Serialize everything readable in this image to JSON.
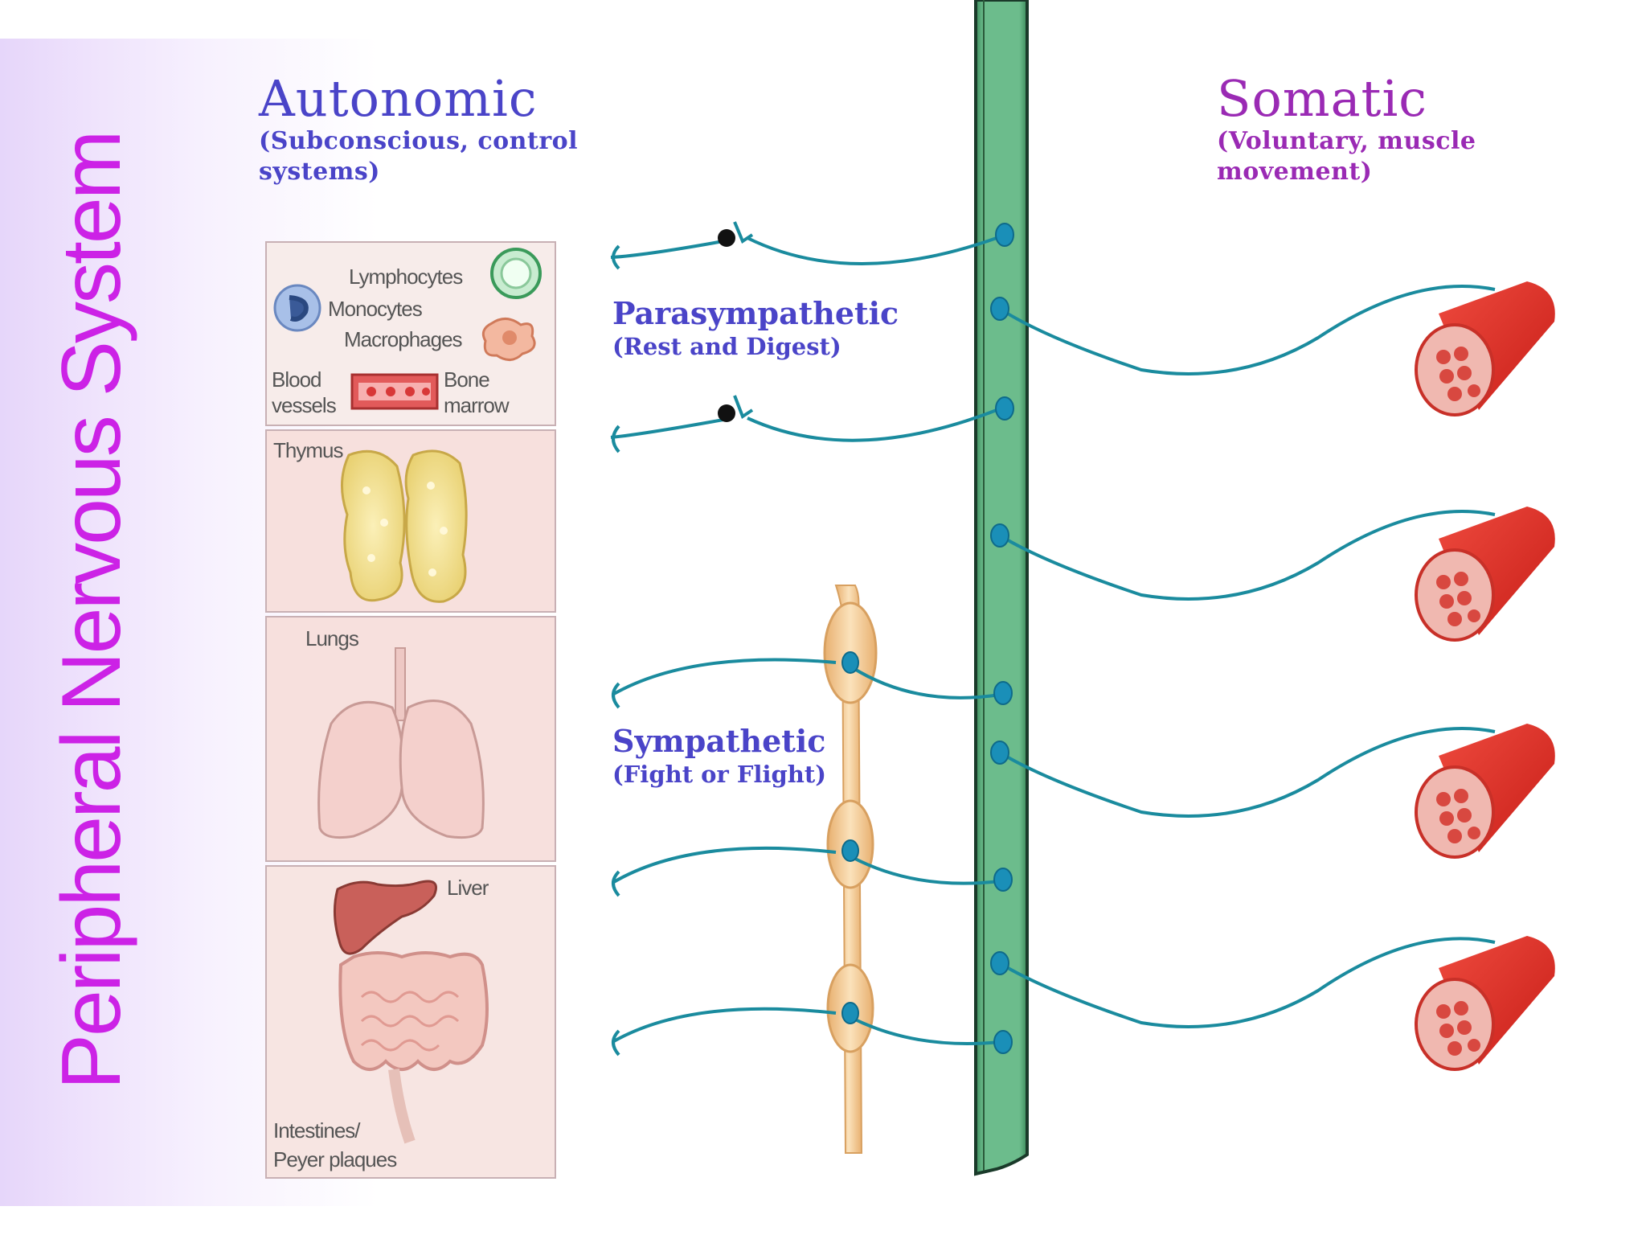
{
  "title": "Peripheral Nervous System",
  "autonomic": {
    "heading": "Autonomic",
    "subtitle_line1": "(Subconscious, control",
    "subtitle_line2": "systems)"
  },
  "somatic": {
    "heading": "Somatic",
    "subtitle_line1": "(Voluntary, muscle",
    "subtitle_line2": "movement)"
  },
  "parasympathetic": {
    "label": "Parasympathetic",
    "sublabel": "(Rest and Digest)"
  },
  "sympathetic": {
    "label": "Sympathetic",
    "sublabel": "(Fight or Flight)"
  },
  "organ_labels": {
    "lymphocytes": "Lymphocytes",
    "monocytes": "Monocytes",
    "macrophages": "Macrophages",
    "blood_line1": "Blood",
    "blood_line2": "vessels",
    "bone_line1": "Bone",
    "bone_line2": "marrow",
    "thymus": "Thymus",
    "lungs": "Lungs",
    "liver": "Liver",
    "intestines_line1": "Intestines/",
    "intestines_line2": "Peyer plaques"
  },
  "colors": {
    "title": "#cc22e6",
    "autonomic_text": "#4a44c8",
    "somatic_text": "#9a2ab4",
    "spinal_cord": "#5fae80",
    "nerve": "#1a8b9e",
    "node": "#1a8fb8",
    "ganglion_chain": "#f3c98f",
    "muscle": "#e0302a"
  }
}
